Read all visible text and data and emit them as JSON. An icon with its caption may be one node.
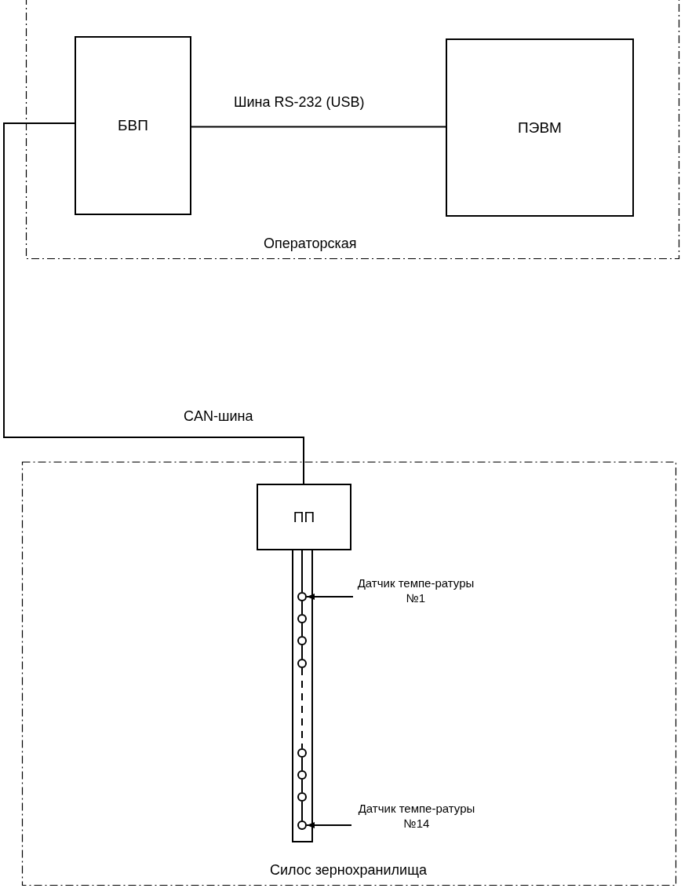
{
  "diagram": {
    "nodes": [
      {
        "text": [
          "Операторская"
        ]
      },
      {
        "text": [
          "БВП"
        ],
        "in": 0
      },
      {
        "text": [
          "ПЭВМ"
        ],
        "in": 0
      },
      {
        "text": [
          "Силос зернохранилища"
        ]
      },
      {
        "text": [
          "ПП"
        ],
        "in": 3
      },
      {
        "text": [],
        "shape": "bar",
        "in": 3
      },
      {
        "text": [],
        "shape": "circle",
        "in": 5
      },
      {
        "text": [],
        "shape": "circle",
        "in": 5
      },
      {
        "text": [],
        "shape": "circle",
        "in": 5
      },
      {
        "text": [],
        "shape": "circle",
        "in": 5
      },
      {
        "text": [],
        "shape": "circle",
        "in": 5
      },
      {
        "text": [],
        "shape": "circle",
        "in": 5
      },
      {
        "text": [],
        "shape": "circle",
        "in": 5
      },
      {
        "text": [],
        "shape": "circle",
        "in": 5
      },
      {
        "text": [
          "Датчик темпе-ратуры №1"
        ],
        "in": 3
      },
      {
        "text": [
          "Датчик темпе-ратуры №14"
        ],
        "in": 3
      }
    ],
    "edges": [
      {
        "from": 1,
        "to": 2,
        "arrow": "none",
        "label": "Шина RS-232 (USB)"
      },
      {
        "from": 1,
        "to": 4,
        "arrow": "none",
        "label": "CAN-шина"
      },
      {
        "from": 4,
        "to": 6,
        "arrow": "none"
      },
      {
        "from": 6,
        "to": 7,
        "arrow": "none"
      },
      {
        "from": 7,
        "to": 8,
        "arrow": "none"
      },
      {
        "from": 8,
        "to": 9,
        "arrow": "none"
      },
      {
        "from": 9,
        "to": 10,
        "arrow": "none",
        "style": "dashed"
      },
      {
        "from": 10,
        "to": 11,
        "arrow": "none"
      },
      {
        "from": 11,
        "to": 12,
        "arrow": "none"
      },
      {
        "from": 12,
        "to": 13,
        "arrow": "none"
      },
      {
        "from": 14,
        "to": 6,
        "arrow": "to"
      },
      {
        "from": 15,
        "to": 13,
        "arrow": "to"
      }
    ]
  }
}
